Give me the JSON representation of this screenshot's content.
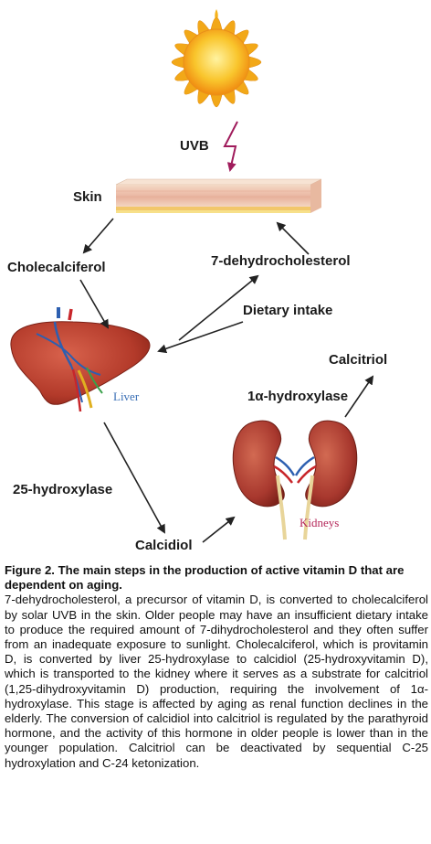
{
  "diagram": {
    "labels": {
      "uvb": "UVB",
      "skin": "Skin",
      "cholecalciferol": "Cholecalciferol",
      "dehydrocholesterol": "7-dehydrocholesterol",
      "dietary_intake": "Dietary intake",
      "liver": "Liver",
      "calcitriol": "Calcitriol",
      "hydroxylase_1a": "1α-hydroxylase",
      "hydroxylase_25": "25-hydroxylase",
      "kidneys": "Kidneys",
      "calcidiol": "Calcidiol"
    },
    "colors": {
      "liver_label": "#3a6fb5",
      "kidneys_label": "#b5285a",
      "uvb_arrow": "#a01c5c",
      "sun": "#f5b21a",
      "liver": "#b83a2c",
      "kidney": "#a8382e"
    }
  },
  "caption": {
    "title": "Figure 2. The main steps in the production of active vitamin D that are dependent on aging.",
    "body": "7-dehydrocholesterol, a precursor of vitamin D, is converted to cholecalciferol by solar UVB in the skin. Older people may have an insufficient dietary intake to produce the required amount of 7-dihydrocholesterol and they often suffer from an inadequate exposure to sunlight. Cholecalciferol, which is provitamin D, is converted by liver 25-hydroxylase  to calcidiol (25-hydroxyvitamin D), which is transported to the kidney where it serves as a substrate for calcitriol (1,25-dihydroxyvitamin D) production, requiring the involvement of 1α-hydroxylase. This stage is affected by aging as renal function declines in the elderly. The conversion of calcidiol into calcitriol is regulated by the parathyroid hormone, and the activity of this hormone in older people is lower than in the younger population. Calcitriol can be deactivated by sequential C-25 hydroxylation and C-24 ketonization."
  }
}
